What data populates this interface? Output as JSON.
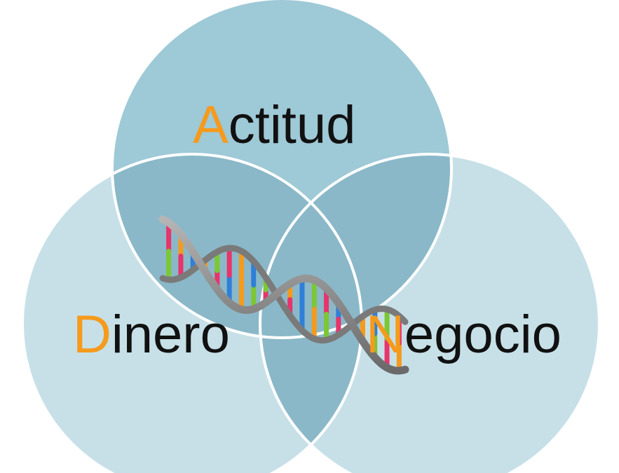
{
  "diagram": {
    "type": "venn",
    "sets": [
      {
        "id": "actitud",
        "initial": "A",
        "rest": "ctitud"
      },
      {
        "id": "dinero",
        "initial": "D",
        "rest": "inero"
      },
      {
        "id": "negocio",
        "initial": "N",
        "rest": "egocio"
      }
    ],
    "center_graphic": "dna-helix"
  },
  "colors": {
    "circle_top": "#9ec9d6",
    "circle_left": "#c7e0e8",
    "circle_right": "#c7e0e8",
    "overlap": "#8ab8c8",
    "circle_stroke": "#ffffff",
    "initial_letter": "#f59a1c",
    "label_text": "#111111",
    "dna_backbone": "#8f8f8f"
  }
}
